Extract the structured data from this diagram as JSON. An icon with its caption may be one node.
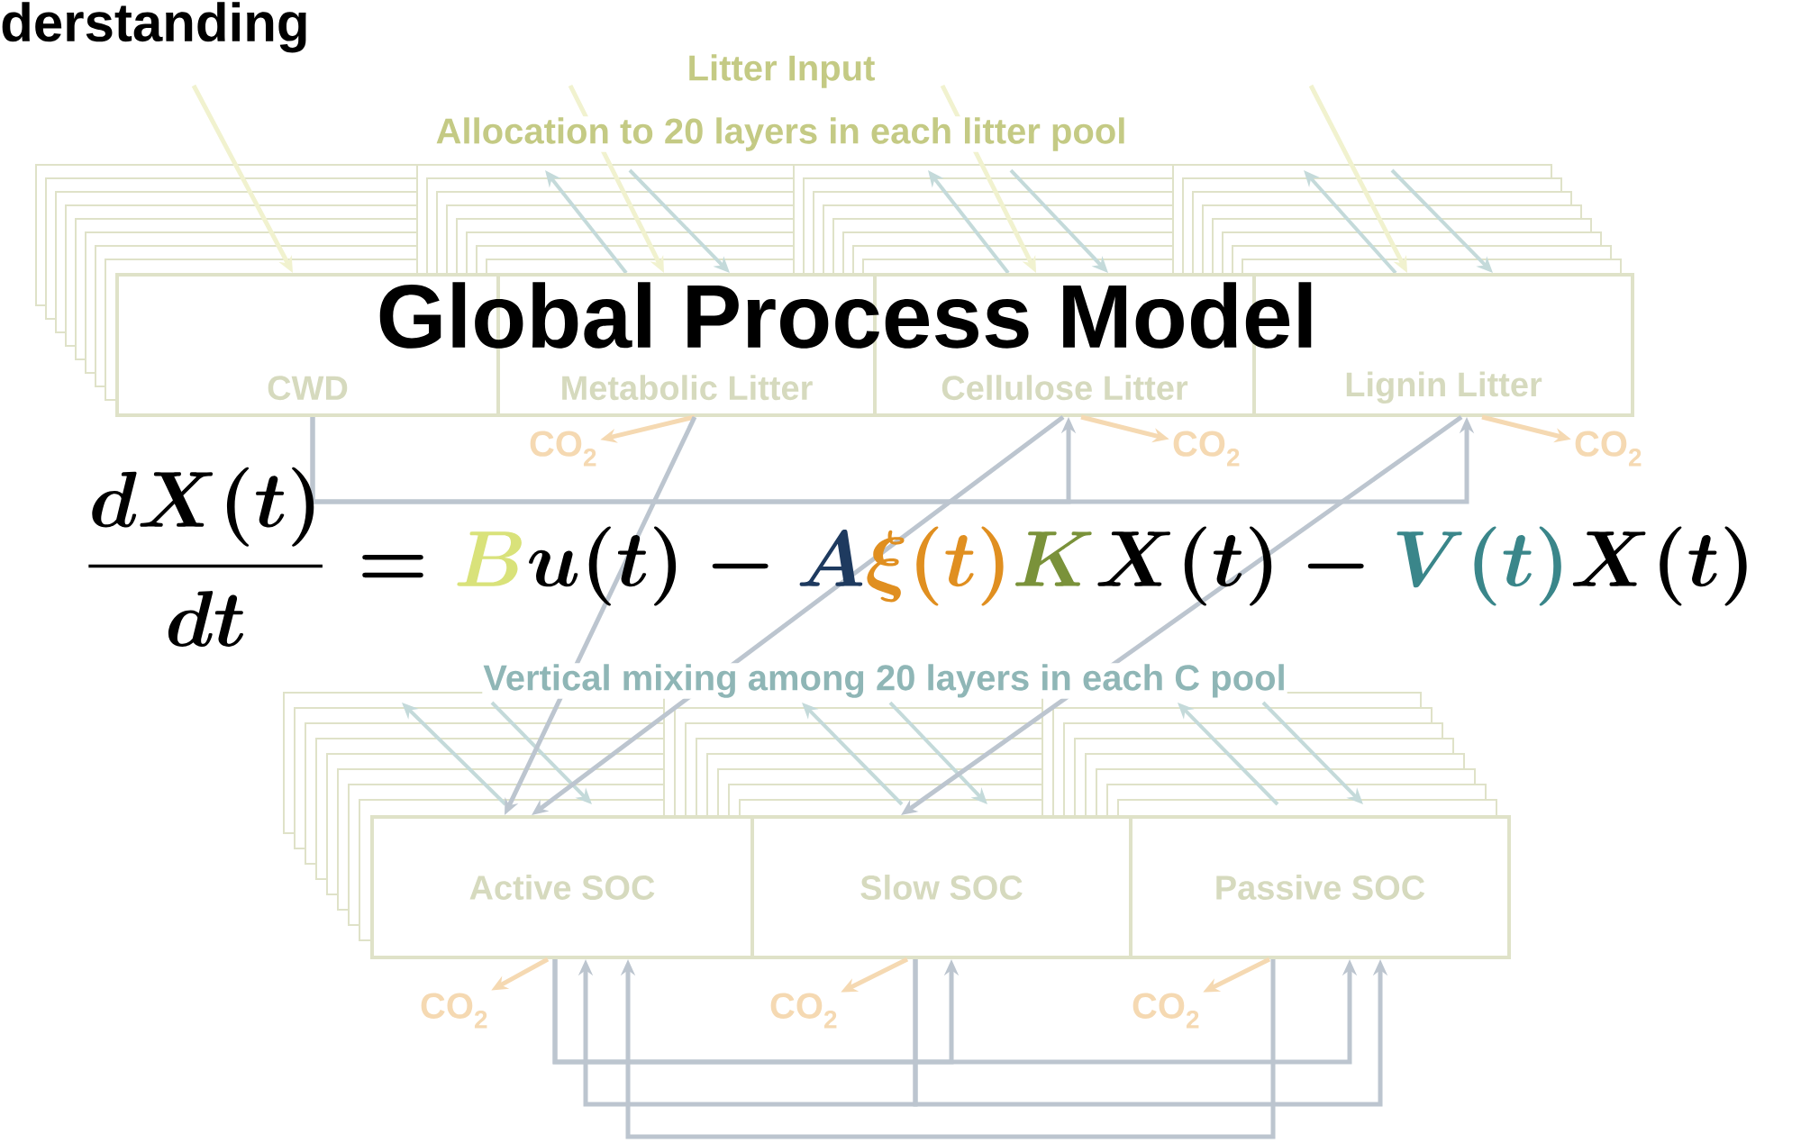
{
  "diagram": {
    "title": "Global Process Model",
    "nodes": [
      {
        "text": [
          "CWD"
        ]
      },
      {
        "text": [
          "Metabolic Litter"
        ]
      },
      {
        "text": [
          "Cellulose Litter"
        ]
      },
      {
        "text": [
          "Lignin Litter"
        ]
      },
      {
        "text": [
          "Active SOC"
        ]
      },
      {
        "text": [
          "Slow SOC"
        ]
      },
      {
        "text": [
          "Passive SOC"
        ]
      },
      {
        "text": [
          "CO$_{2}$"
        ]
      },
      {
        "text": [
          "CO$_{2}$"
        ]
      },
      {
        "text": [
          "CO$_{2}$"
        ]
      },
      {
        "text": [
          "CO$_{2}$"
        ]
      },
      {
        "text": [
          "CO$_{2}$"
        ]
      },
      {
        "text": [
          "CO$_{2}$"
        ]
      }
    ],
    "edges": [
      {
        "from": null,
        "to": 0,
        "arrow": "to",
        "color": "#f1f2cf"
      },
      {
        "from": null,
        "to": 1,
        "arrow": "to",
        "color": "#f1f2cf"
      },
      {
        "from": null,
        "to": 2,
        "arrow": "to",
        "color": "#f1f2cf"
      },
      {
        "from": null,
        "to": 3,
        "arrow": "to",
        "color": "#f1f2cf"
      },
      {
        "from": 1,
        "to": 7,
        "arrow": "to",
        "color": "#f5d9b2"
      },
      {
        "from": 2,
        "to": 8,
        "arrow": "to",
        "color": "#f5d9b2"
      },
      {
        "from": 3,
        "to": 9,
        "arrow": "to",
        "color": "#f5d9b2"
      },
      {
        "from": 4,
        "to": 10,
        "arrow": "to",
        "color": "#f5d9b2"
      },
      {
        "from": 5,
        "to": 11,
        "arrow": "to",
        "color": "#f5d9b2"
      },
      {
        "from": 6,
        "to": 12,
        "arrow": "to",
        "color": "#f5d9b2"
      },
      {
        "from": 0,
        "to": 2,
        "arrow": "to"
      },
      {
        "from": 0,
        "to": 3,
        "arrow": "to"
      },
      {
        "from": 1,
        "to": 4,
        "arrow": "to"
      },
      {
        "from": 2,
        "to": 4,
        "arrow": "to"
      },
      {
        "from": 3,
        "to": 5,
        "arrow": "to"
      },
      {
        "from": 4,
        "to": 5,
        "arrow": "to"
      },
      {
        "from": 4,
        "to": 6,
        "arrow": "to"
      },
      {
        "from": 5,
        "to": 4,
        "arrow": "to"
      },
      {
        "from": 5,
        "to": 6,
        "arrow": "to"
      },
      {
        "from": 6,
        "to": 4,
        "arrow": "to"
      }
    ],
    "labels": [
      "derstanding",
      "Litter Input",
      "Allocation to 20 layers in each litter pool",
      "\\frac{dX(t)}{dt} = {\\color{fb}B}u(t) - {\\color{fa}A}{\\color{fx}\\xi(t)}{\\color{fk}K}X(t) - {\\color{fv}V(t)}X(t)",
      "Vertical mixing among 20 layers in each C pool"
    ]
  }
}
